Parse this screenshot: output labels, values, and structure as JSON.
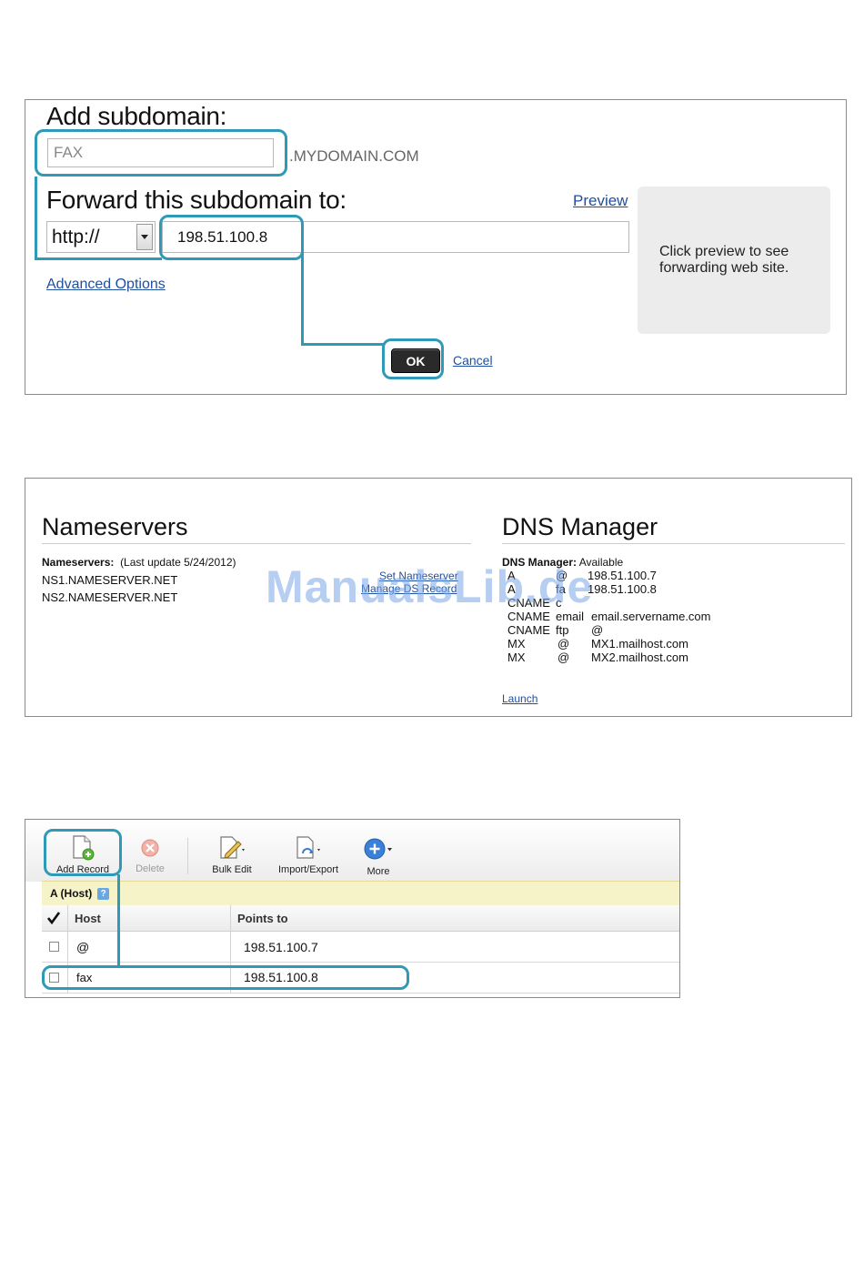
{
  "subdomain": {
    "heading": "Add subdomain:",
    "input_value": "FAX",
    "domain_suffix": ".MYDOMAIN.COM",
    "forward_heading": "Forward this subdomain to:",
    "preview_link": "Preview",
    "protocol_value": "http://",
    "target_value": "198.51.100.8",
    "preview_message": "Click preview to see forwarding web site.",
    "advanced_link": "Advanced Options",
    "ok_label": "OK",
    "cancel_link": "Cancel"
  },
  "nameservers": {
    "heading": "Nameservers",
    "label": "Nameservers:",
    "last_update": "(Last update 5/24/2012)",
    "servers": [
      "NS1.NAMESERVER.NET",
      "NS2.NAMESERVER.NET"
    ],
    "set_link": "Set Nameserver",
    "manage_link": "Manage DS Record"
  },
  "dns": {
    "heading": "DNS Manager",
    "label": "DNS Manager:",
    "status": "Available",
    "records": [
      {
        "type": "A",
        "host": "@",
        "value": "198.51.100.7"
      },
      {
        "type": "A",
        "host": "fa",
        "value": "198.51.100.8"
      },
      {
        "type": "CNAME",
        "host": "c",
        "value": ""
      },
      {
        "type": "CNAME",
        "host": "email",
        "value": "email.servername.com"
      },
      {
        "type": "CNAME",
        "host": "ftp",
        "value": "@"
      },
      {
        "type": "MX",
        "host": "@",
        "value": "MX1.mailhost.com"
      },
      {
        "type": "MX",
        "host": "@",
        "value": "MX2.mailhost.com"
      }
    ],
    "launch_link": "Launch"
  },
  "watermark": "ManualsLib.de",
  "records_table": {
    "toolbar": [
      {
        "label": "Add Record",
        "icon": "add-record-icon"
      },
      {
        "label": "Delete",
        "icon": "delete-icon"
      },
      {
        "label": "Bulk Edit",
        "icon": "bulk-edit-icon"
      },
      {
        "label": "Import/Export",
        "icon": "import-export-icon"
      },
      {
        "label": "More",
        "icon": "more-icon"
      }
    ],
    "section_title": "A (Host)",
    "columns": [
      "Host",
      "Points to"
    ],
    "rows": [
      {
        "host": "@",
        "points_to": "198.51.100.7"
      },
      {
        "host": "fax",
        "points_to": "198.51.100.8"
      }
    ]
  },
  "colors": {
    "highlight": "#2e9ab8",
    "link": "#1f4fa0",
    "section_bar": "#f7f3c9"
  }
}
